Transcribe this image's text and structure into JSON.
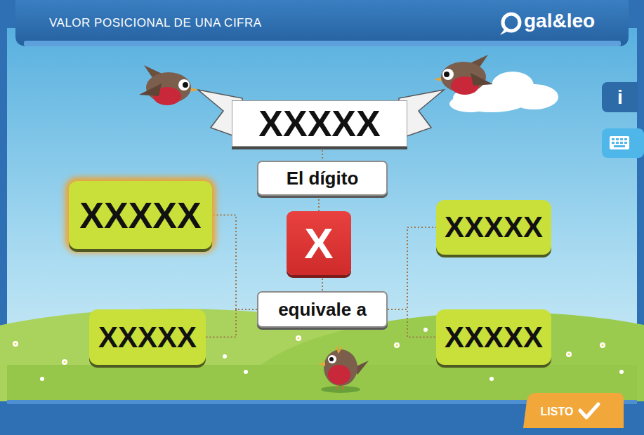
{
  "diagram": {
    "title": "VALOR POSICIONAL DE UNA CIFRA",
    "nodes": [
      {
        "text": [
          "XXXXX"
        ]
      },
      {
        "text": [
          "El dígito"
        ]
      },
      {
        "text": [
          "XXXXX"
        ]
      },
      {
        "text": [
          "X"
        ]
      },
      {
        "text": [
          "XXXXX"
        ]
      },
      {
        "text": [
          "equivale a"
        ]
      },
      {
        "text": [
          "XXXXX"
        ]
      },
      {
        "text": [
          "XXXXX"
        ]
      },
      {
        "text": [
          "i"
        ]
      },
      {
        "text": [
          "LISTO"
        ]
      }
    ],
    "edges": [
      {
        "from": 0,
        "to": 1,
        "arrow": "none"
      },
      {
        "from": 1,
        "to": 3,
        "arrow": "none"
      },
      {
        "from": 3,
        "to": 5,
        "arrow": "none"
      },
      {
        "from": 5,
        "to": 2,
        "arrow": "none"
      },
      {
        "from": 5,
        "to": 6,
        "arrow": "none"
      },
      {
        "from": 5,
        "to": 4,
        "arrow": "none"
      },
      {
        "from": 5,
        "to": 7,
        "arrow": "none"
      }
    ],
    "labels": [
      "gal&leo"
    ]
  }
}
